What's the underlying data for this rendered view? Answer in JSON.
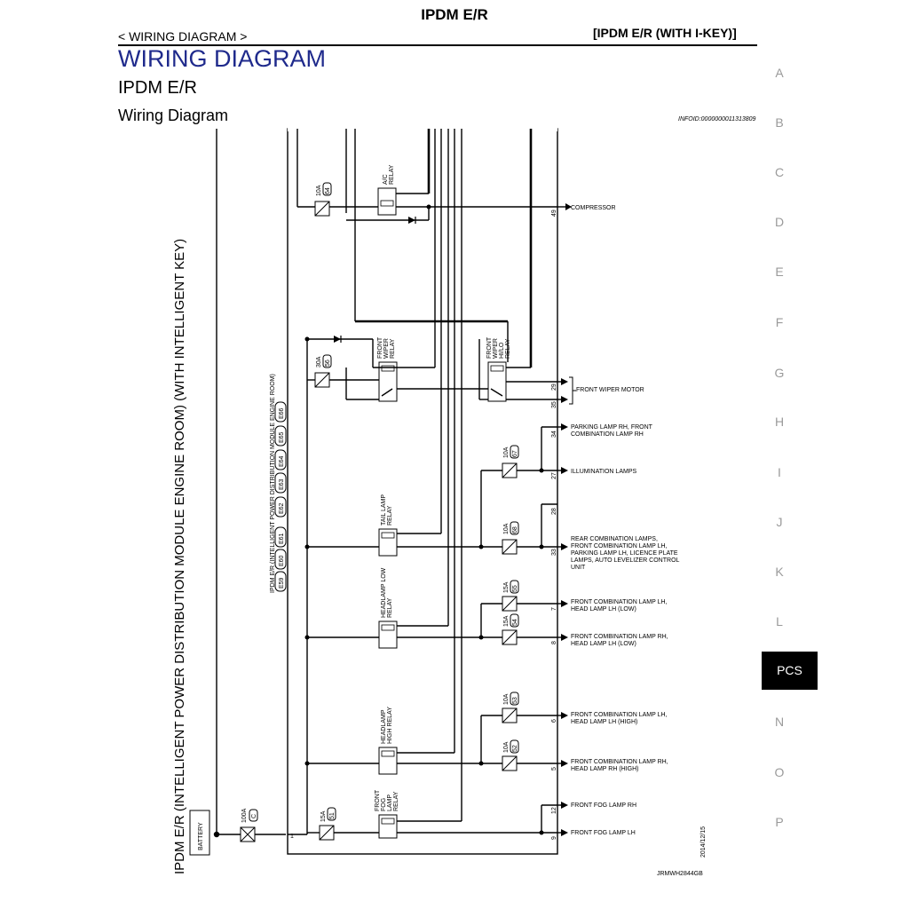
{
  "header": {
    "page_title": "IPDM E/R",
    "breadcrumb": "< WIRING DIAGRAM >",
    "section_tag": "[IPDM E/R (WITH I-KEY)]"
  },
  "headings": {
    "main": "WIRING DIAGRAM",
    "sub": "IPDM E/R",
    "diagram": "Wiring Diagram"
  },
  "info_id": "INFOID:0000000011313809",
  "side_index": [
    "A",
    "B",
    "C",
    "D",
    "E",
    "F",
    "G",
    "H",
    "I",
    "J",
    "K",
    "L",
    "PCS",
    "N",
    "O",
    "P"
  ],
  "side_active": "PCS",
  "diagram": {
    "module_title": "IPDM E/R (INTELLIGENT POWER DISTRIBUTION MODULE ENGINE ROOM) (WITH INTELLIGENT KEY)",
    "module_subtitle": "IPDM E/R (INTELLIGENT POWER DISTRIBUTION MODULE ENGINE ROOM)",
    "connectors": [
      "E59",
      "E60",
      "E61",
      "E62",
      "E63",
      "E64",
      "E65",
      "E66"
    ],
    "battery": "BATTERY",
    "main_fuse": {
      "rating": "100A",
      "id": "C"
    },
    "main_pin": "1",
    "fuses": [
      {
        "rating": "10A",
        "id": "64"
      },
      {
        "rating": "30A",
        "id": "56"
      },
      {
        "rating": "10A",
        "id": "67"
      },
      {
        "rating": "10A",
        "id": "68"
      },
      {
        "rating": "15A",
        "id": "55"
      },
      {
        "rating": "15A",
        "id": "54"
      },
      {
        "rating": "10A",
        "id": "53"
      },
      {
        "rating": "10A",
        "id": "52"
      },
      {
        "rating": "15A",
        "id": "51"
      }
    ],
    "relays": [
      {
        "name": "A/C RELAY"
      },
      {
        "name": "FRONT WIPER RELAY"
      },
      {
        "name": "FRONT WIPER HI/LO RELAY"
      },
      {
        "name": "TAIL LAMP RELAY"
      },
      {
        "name": "HEADLAMP LOW RELAY"
      },
      {
        "name": "HEADLAMP HIGH RELAY"
      },
      {
        "name": "FRONT FOG LAMP RELAY"
      }
    ],
    "outputs": [
      {
        "pin": "49",
        "lines": [
          "COMPRESSOR"
        ]
      },
      {
        "pin": "29",
        "lines": [
          ""
        ]
      },
      {
        "pin": "35",
        "lines": [
          ""
        ]
      },
      {
        "pin": "34",
        "lines": [
          "PARKING LAMP RH, FRONT",
          "COMBINATION LAMP RH"
        ]
      },
      {
        "pin": "27",
        "lines": [
          "ILLUMINATION LAMPS"
        ]
      },
      {
        "pin": "28",
        "lines": [
          ""
        ]
      },
      {
        "pin": "33",
        "lines": [
          "REAR COMBINATION LAMPS,",
          "FRONT COMBINATION LAMP LH,",
          "PARKING LAMP LH, LICENCE PLATE",
          "LAMPS, AUTO LEVELIZER CONTROL",
          "UNIT"
        ]
      },
      {
        "pin": "7",
        "lines": [
          "FRONT COMBINATION LAMP LH,",
          "HEAD LAMP LH (LOW)"
        ]
      },
      {
        "pin": "8",
        "lines": [
          "FRONT COMBINATION LAMP RH,",
          "HEAD LAMP LH (LOW)"
        ]
      },
      {
        "pin": "6",
        "lines": [
          "FRONT COMBINATION LAMP LH,",
          "HEAD LAMP LH (HIGH)"
        ]
      },
      {
        "pin": "5",
        "lines": [
          "FRONT COMBINATION LAMP RH,",
          "HEAD LAMP RH (HIGH)"
        ]
      },
      {
        "pin": "12",
        "lines": [
          "FRONT FOG LAMP RH"
        ]
      },
      {
        "pin": "9",
        "lines": [
          "FRONT FOG LAMP LH"
        ]
      }
    ],
    "wiper_motor": "FRONT WIPER MOTOR",
    "date": "2014/12/15",
    "ref_code": "JRMWH2844GB"
  }
}
